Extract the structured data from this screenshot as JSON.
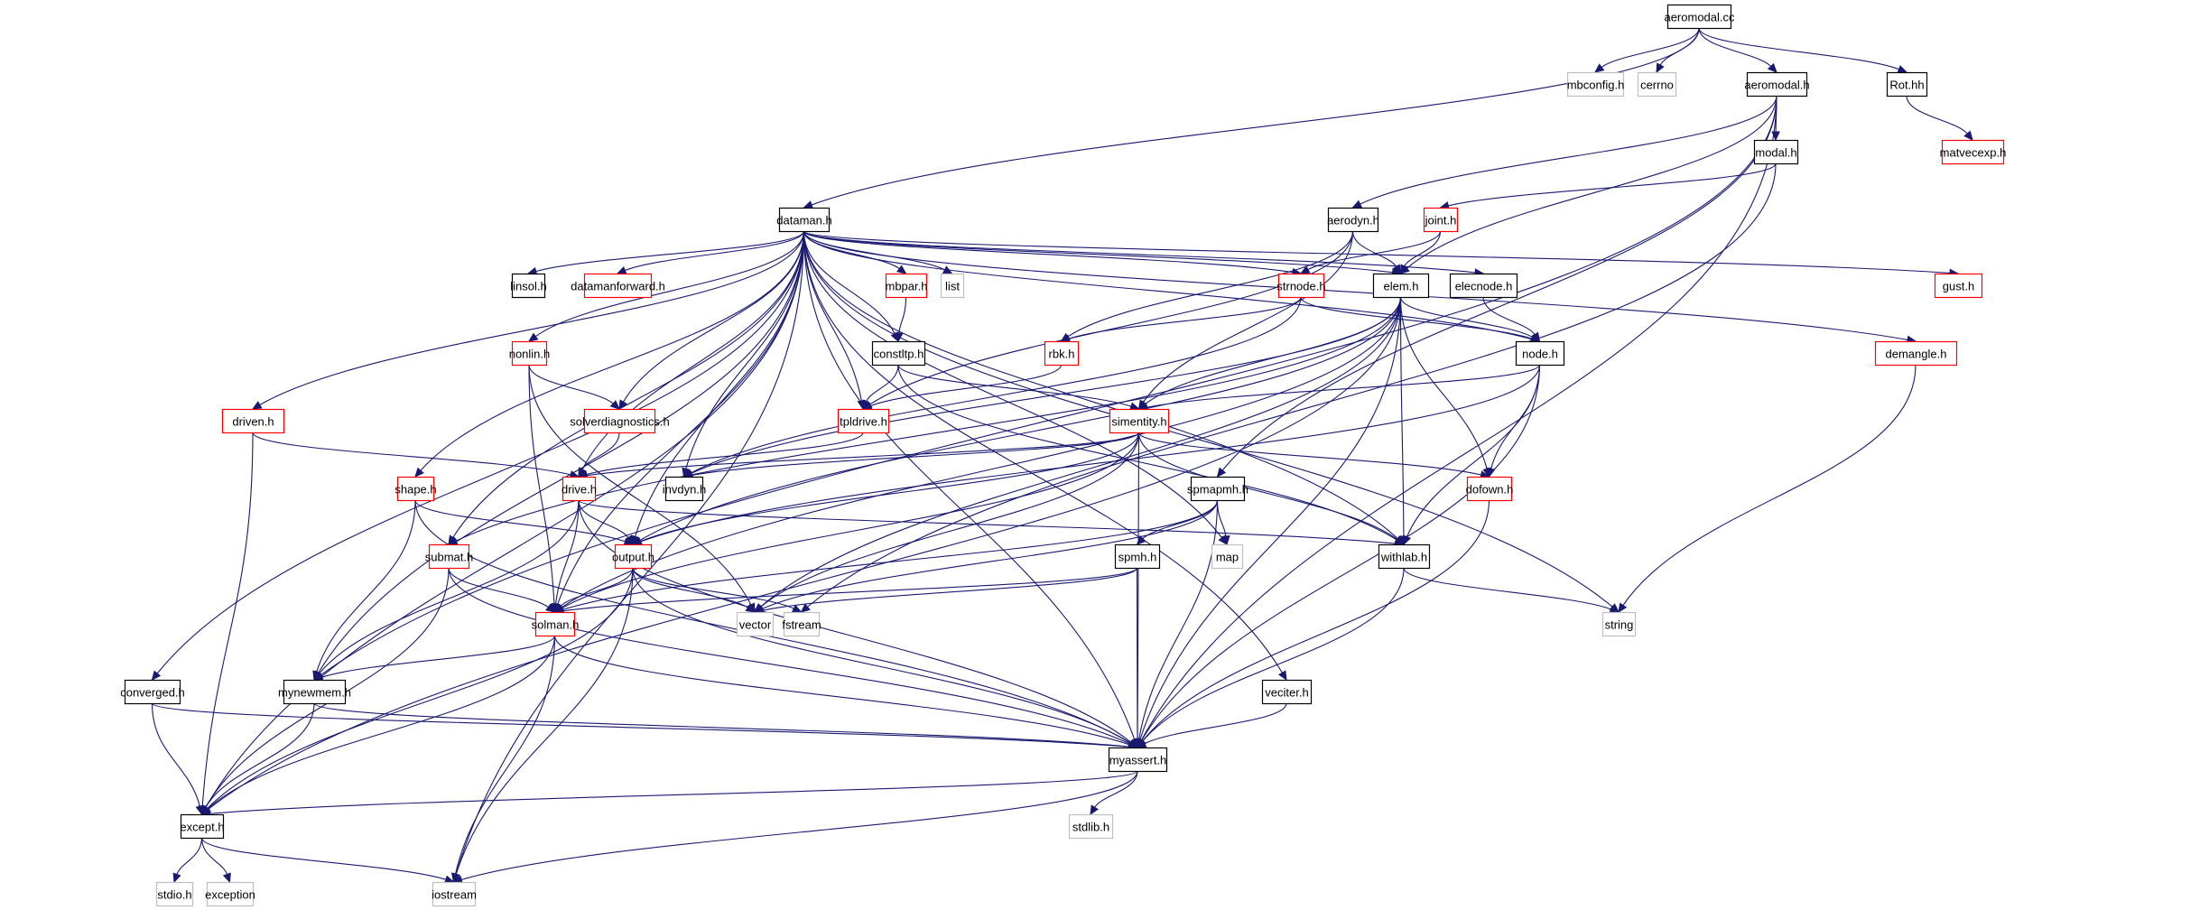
{
  "title": "aeromodal.cc include dependency graph",
  "legend_colors": {
    "root_fill": "#bfbfbf",
    "documented_border": "#000000",
    "truncated_border": "#ff0000",
    "external_border": "#bfbfbf",
    "edge": "#191970"
  },
  "nodes": [
    {
      "id": "aeromodal_cc",
      "label": "aeromodal.cc",
      "kind": "root"
    },
    {
      "id": "mbconfig_h",
      "label": "mbconfig.h",
      "kind": "external"
    },
    {
      "id": "cerrno",
      "label": "cerrno",
      "kind": "external"
    },
    {
      "id": "aeromodal_h",
      "label": "aeromodal.h",
      "kind": "documented"
    },
    {
      "id": "rot_hh",
      "label": "Rot.hh",
      "kind": "documented"
    },
    {
      "id": "matvecexp_h",
      "label": "matvecexp.h",
      "kind": "truncated"
    },
    {
      "id": "modal_h",
      "label": "modal.h",
      "kind": "documented"
    },
    {
      "id": "dataman_h",
      "label": "dataman.h",
      "kind": "documented"
    },
    {
      "id": "aerodyn_h",
      "label": "aerodyn.h",
      "kind": "documented"
    },
    {
      "id": "joint_h",
      "label": "joint.h",
      "kind": "truncated"
    },
    {
      "id": "linsol_h",
      "label": "linsol.h",
      "kind": "documented"
    },
    {
      "id": "datamanforward_h",
      "label": "datamanforward.h",
      "kind": "truncated"
    },
    {
      "id": "mbpar_h",
      "label": "mbpar.h",
      "kind": "truncated"
    },
    {
      "id": "list",
      "label": "list",
      "kind": "external"
    },
    {
      "id": "strnode_h",
      "label": "strnode.h",
      "kind": "truncated"
    },
    {
      "id": "elem_h",
      "label": "elem.h",
      "kind": "documented"
    },
    {
      "id": "elecnode_h",
      "label": "elecnode.h",
      "kind": "documented"
    },
    {
      "id": "gust_h",
      "label": "gust.h",
      "kind": "truncated"
    },
    {
      "id": "nonlin_h",
      "label": "nonlin.h",
      "kind": "truncated"
    },
    {
      "id": "rbk_h",
      "label": "rbk.h",
      "kind": "truncated"
    },
    {
      "id": "constltp_h",
      "label": "constltp.h",
      "kind": "documented"
    },
    {
      "id": "node_h",
      "label": "node.h",
      "kind": "documented"
    },
    {
      "id": "demangle_h",
      "label": "demangle.h",
      "kind": "truncated"
    },
    {
      "id": "driven_h",
      "label": "driven.h",
      "kind": "truncated"
    },
    {
      "id": "solverdiagnostics_h",
      "label": "solverdiagnostics.h",
      "kind": "truncated"
    },
    {
      "id": "tpldrive_h",
      "label": "tpldrive.h",
      "kind": "truncated"
    },
    {
      "id": "simentity_h",
      "label": "simentity.h",
      "kind": "truncated"
    },
    {
      "id": "shape_h",
      "label": "shape.h",
      "kind": "truncated"
    },
    {
      "id": "drive_h",
      "label": "drive.h",
      "kind": "truncated"
    },
    {
      "id": "invdyn_h",
      "label": "invdyn.h",
      "kind": "documented"
    },
    {
      "id": "spmapmh_h",
      "label": "spmapmh.h",
      "kind": "documented"
    },
    {
      "id": "dofown_h",
      "label": "dofown.h",
      "kind": "truncated"
    },
    {
      "id": "submat_h",
      "label": "submat.h",
      "kind": "truncated"
    },
    {
      "id": "output_h",
      "label": "output.h",
      "kind": "truncated"
    },
    {
      "id": "spmh_h",
      "label": "spmh.h",
      "kind": "documented"
    },
    {
      "id": "map",
      "label": "map",
      "kind": "external"
    },
    {
      "id": "withlab_h",
      "label": "withlab.h",
      "kind": "documented"
    },
    {
      "id": "solman_h",
      "label": "solman.h",
      "kind": "truncated"
    },
    {
      "id": "vector",
      "label": "vector",
      "kind": "external"
    },
    {
      "id": "fstream",
      "label": "fstream",
      "kind": "external"
    },
    {
      "id": "string",
      "label": "string",
      "kind": "external"
    },
    {
      "id": "converged_h",
      "label": "converged.h",
      "kind": "documented"
    },
    {
      "id": "mynewmem_h",
      "label": "mynewmem.h",
      "kind": "documented"
    },
    {
      "id": "veciter_h",
      "label": "veciter.h",
      "kind": "documented"
    },
    {
      "id": "myassert_h",
      "label": "myassert.h",
      "kind": "documented"
    },
    {
      "id": "except_h",
      "label": "except.h",
      "kind": "documented"
    },
    {
      "id": "stdlib_h",
      "label": "stdlib.h",
      "kind": "external"
    },
    {
      "id": "stdio_h",
      "label": "stdio.h",
      "kind": "external"
    },
    {
      "id": "exception",
      "label": "exception",
      "kind": "external"
    },
    {
      "id": "iostream",
      "label": "iostream",
      "kind": "external"
    }
  ],
  "edges": [
    [
      "aeromodal_cc",
      "mbconfig_h"
    ],
    [
      "aeromodal_cc",
      "cerrno"
    ],
    [
      "aeromodal_cc",
      "aeromodal_h"
    ],
    [
      "aeromodal_cc",
      "rot_hh"
    ],
    [
      "aeromodal_cc",
      "dataman_h"
    ],
    [
      "rot_hh",
      "matvecexp_h"
    ],
    [
      "aeromodal_h",
      "modal_h"
    ],
    [
      "aeromodal_h",
      "aerodyn_h"
    ],
    [
      "aeromodal_h",
      "elem_h"
    ],
    [
      "aeromodal_h",
      "mynewmem_h"
    ],
    [
      "aeromodal_h",
      "spmapmh_h"
    ],
    [
      "aeromodal_h",
      "myassert_h"
    ],
    [
      "modal_h",
      "joint_h"
    ],
    [
      "modal_h",
      "fstream"
    ],
    [
      "dataman_h",
      "linsol_h"
    ],
    [
      "dataman_h",
      "datamanforward_h"
    ],
    [
      "dataman_h",
      "mbpar_h"
    ],
    [
      "dataman_h",
      "list"
    ],
    [
      "dataman_h",
      "strnode_h"
    ],
    [
      "dataman_h",
      "elem_h"
    ],
    [
      "dataman_h",
      "elecnode_h"
    ],
    [
      "dataman_h",
      "gust_h"
    ],
    [
      "dataman_h",
      "demangle_h"
    ],
    [
      "dataman_h",
      "nonlin_h"
    ],
    [
      "dataman_h",
      "constltp_h"
    ],
    [
      "dataman_h",
      "node_h"
    ],
    [
      "dataman_h",
      "driven_h"
    ],
    [
      "dataman_h",
      "solverdiagnostics_h"
    ],
    [
      "dataman_h",
      "tpldrive_h"
    ],
    [
      "dataman_h",
      "shape_h"
    ],
    [
      "dataman_h",
      "drive_h"
    ],
    [
      "dataman_h",
      "invdyn_h"
    ],
    [
      "dataman_h",
      "submat_h"
    ],
    [
      "dataman_h",
      "output_h"
    ],
    [
      "dataman_h",
      "solman_h"
    ],
    [
      "dataman_h",
      "map"
    ],
    [
      "dataman_h",
      "withlab_h"
    ],
    [
      "dataman_h",
      "string"
    ],
    [
      "dataman_h",
      "converged_h"
    ],
    [
      "dataman_h",
      "mynewmem_h"
    ],
    [
      "dataman_h",
      "veciter_h"
    ],
    [
      "dataman_h",
      "myassert_h"
    ],
    [
      "dataman_h",
      "except_h"
    ],
    [
      "dataman_h",
      "iostream"
    ],
    [
      "aerodyn_h",
      "elem_h"
    ],
    [
      "aerodyn_h",
      "rbk_h"
    ],
    [
      "aerodyn_h",
      "tpldrive_h"
    ],
    [
      "aerodyn_h",
      "simentity_h"
    ],
    [
      "joint_h",
      "strnode_h"
    ],
    [
      "joint_h",
      "elem_h"
    ],
    [
      "mbpar_h",
      "constltp_h"
    ],
    [
      "strnode_h",
      "rbk_h"
    ],
    [
      "strnode_h",
      "node_h"
    ],
    [
      "strnode_h",
      "invdyn_h"
    ],
    [
      "elem_h",
      "node_h"
    ],
    [
      "elem_h",
      "simentity_h"
    ],
    [
      "elem_h",
      "dofown_h"
    ],
    [
      "elem_h",
      "withlab_h"
    ],
    [
      "elem_h",
      "invdyn_h"
    ],
    [
      "elem_h",
      "output_h"
    ],
    [
      "elem_h",
      "submat_h"
    ],
    [
      "elem_h",
      "solman_h"
    ],
    [
      "elem_h",
      "vector"
    ],
    [
      "elem_h",
      "except_h"
    ],
    [
      "elem_h",
      "myassert_h"
    ],
    [
      "elecnode_h",
      "node_h"
    ],
    [
      "nonlin_h",
      "solverdiagnostics_h"
    ],
    [
      "nonlin_h",
      "solman_h"
    ],
    [
      "nonlin_h",
      "vector"
    ],
    [
      "rbk_h",
      "tpldrive_h"
    ],
    [
      "constltp_h",
      "tpldrive_h"
    ],
    [
      "constltp_h",
      "simentity_h"
    ],
    [
      "constltp_h",
      "withlab_h"
    ],
    [
      "node_h",
      "simentity_h"
    ],
    [
      "node_h",
      "dofown_h"
    ],
    [
      "node_h",
      "withlab_h"
    ],
    [
      "node_h",
      "output_h"
    ],
    [
      "node_h",
      "myassert_h"
    ],
    [
      "demangle_h",
      "string"
    ],
    [
      "driven_h",
      "drive_h"
    ],
    [
      "driven_h",
      "except_h"
    ],
    [
      "solverdiagnostics_h",
      "drive_h"
    ],
    [
      "tpldrive_h",
      "drive_h"
    ],
    [
      "simentity_h",
      "dofown_h"
    ],
    [
      "simentity_h",
      "withlab_h"
    ],
    [
      "simentity_h",
      "invdyn_h"
    ],
    [
      "simentity_h",
      "output_h"
    ],
    [
      "simentity_h",
      "drive_h"
    ],
    [
      "simentity_h",
      "solman_h"
    ],
    [
      "simentity_h",
      "vector"
    ],
    [
      "simentity_h",
      "myassert_h"
    ],
    [
      "shape_h",
      "output_h"
    ],
    [
      "shape_h",
      "mynewmem_h"
    ],
    [
      "shape_h",
      "myassert_h"
    ],
    [
      "drive_h",
      "output_h"
    ],
    [
      "drive_h",
      "solman_h"
    ],
    [
      "drive_h",
      "withlab_h"
    ],
    [
      "drive_h",
      "mynewmem_h"
    ],
    [
      "drive_h",
      "myassert_h"
    ],
    [
      "spmapmh_h",
      "spmh_h"
    ],
    [
      "spmapmh_h",
      "map"
    ],
    [
      "spmapmh_h",
      "vector"
    ],
    [
      "spmapmh_h",
      "solman_h"
    ],
    [
      "spmapmh_h",
      "myassert_h"
    ],
    [
      "dofown_h",
      "myassert_h"
    ],
    [
      "submat_h",
      "solman_h"
    ],
    [
      "submat_h",
      "except_h"
    ],
    [
      "submat_h",
      "myassert_h"
    ],
    [
      "output_h",
      "solman_h"
    ],
    [
      "output_h",
      "vector"
    ],
    [
      "output_h",
      "fstream"
    ],
    [
      "output_h",
      "except_h"
    ],
    [
      "output_h",
      "myassert_h"
    ],
    [
      "output_h",
      "iostream"
    ],
    [
      "spmh_h",
      "solman_h"
    ],
    [
      "spmh_h",
      "vector"
    ],
    [
      "spmh_h",
      "myassert_h"
    ],
    [
      "withlab_h",
      "string"
    ],
    [
      "withlab_h",
      "myassert_h"
    ],
    [
      "solman_h",
      "mynewmem_h"
    ],
    [
      "solman_h",
      "except_h"
    ],
    [
      "solman_h",
      "myassert_h"
    ],
    [
      "solman_h",
      "iostream"
    ],
    [
      "converged_h",
      "except_h"
    ],
    [
      "converged_h",
      "myassert_h"
    ],
    [
      "mynewmem_h",
      "except_h"
    ],
    [
      "mynewmem_h",
      "myassert_h"
    ],
    [
      "veciter_h",
      "myassert_h"
    ],
    [
      "myassert_h",
      "except_h"
    ],
    [
      "myassert_h",
      "stdlib_h"
    ],
    [
      "myassert_h",
      "iostream"
    ],
    [
      "except_h",
      "stdio_h"
    ],
    [
      "except_h",
      "exception"
    ],
    [
      "except_h",
      "iostream"
    ]
  ]
}
